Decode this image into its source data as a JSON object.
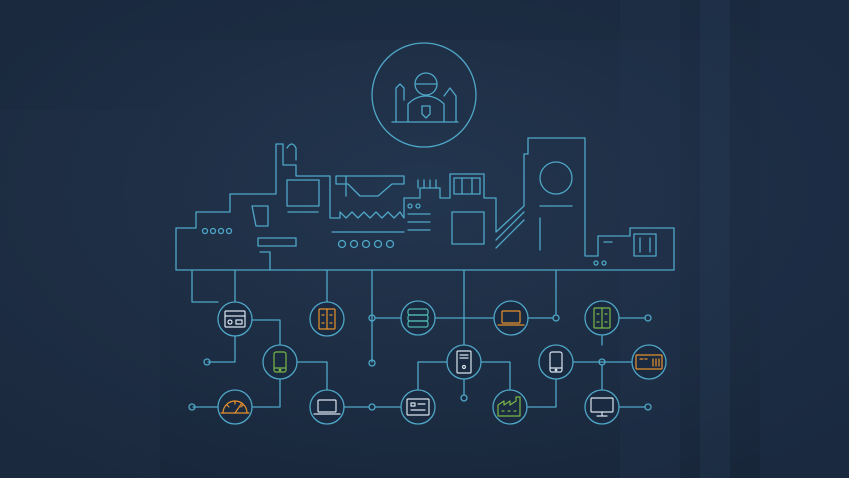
{
  "colors": {
    "background": "#1c2d44",
    "background_light": "#2a3d55",
    "line": "#4fa7c8",
    "node_fill": "#1a2a40",
    "icon_orange": "#e8912d",
    "icon_green": "#7ab648",
    "icon_teal": "#4fb8b0",
    "icon_white": "#d9e4ee"
  },
  "hub_icon": "worker-with-factory-icon",
  "nodes": [
    {
      "id": "control-panel",
      "icon": "control-panel-icon",
      "color": "#d9e4ee"
    },
    {
      "id": "server-rack-orange",
      "icon": "server-rack-icon",
      "color": "#e8912d"
    },
    {
      "id": "database",
      "icon": "database-icon",
      "color": "#4fb8b0"
    },
    {
      "id": "laptop-top",
      "icon": "laptop-icon",
      "color": "#e8912d"
    },
    {
      "id": "server-rack-green",
      "icon": "server-rack-icon",
      "color": "#7ab648"
    },
    {
      "id": "mobile-green",
      "icon": "mobile-phone-icon",
      "color": "#7ab648"
    },
    {
      "id": "tower-server",
      "icon": "tower-server-icon",
      "color": "#d9e4ee"
    },
    {
      "id": "mobile-white",
      "icon": "mobile-phone-icon",
      "color": "#d9e4ee"
    },
    {
      "id": "device-orange",
      "icon": "hardware-device-icon",
      "color": "#e8912d"
    },
    {
      "id": "gauge",
      "icon": "gauge-icon",
      "color": "#e8912d"
    },
    {
      "id": "laptop-bottom",
      "icon": "laptop-icon",
      "color": "#d9e4ee"
    },
    {
      "id": "card-reader",
      "icon": "card-reader-icon",
      "color": "#d9e4ee"
    },
    {
      "id": "factory",
      "icon": "factory-icon",
      "color": "#7ab648"
    },
    {
      "id": "monitor",
      "icon": "monitor-icon",
      "color": "#d9e4ee"
    }
  ]
}
